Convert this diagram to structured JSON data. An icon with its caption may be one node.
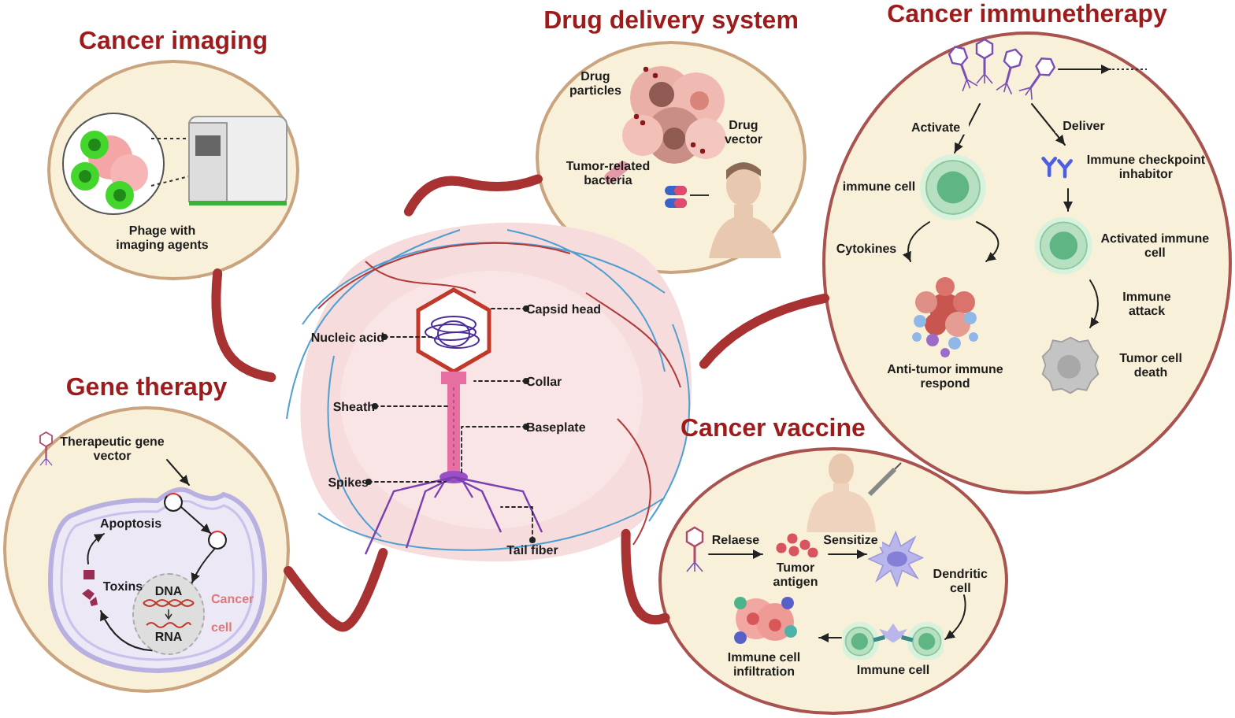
{
  "diagram": {
    "nodes": [
      {
        "text": [
          "Cancer imaging"
        ]
      },
      {
        "text": [
          "Phage with imaging agents"
        ],
        "in": 0
      },
      {
        "text": [
          "Drug delivery system"
        ]
      },
      {
        "text": [
          "Drug particles"
        ],
        "in": 2
      },
      {
        "text": [
          "Drug vector"
        ],
        "in": 2
      },
      {
        "text": [
          "Tumor-related bacteria"
        ],
        "in": 2
      },
      {
        "text": [
          "Cancer immunetherapy"
        ]
      },
      {
        "text": [],
        "shape": "picture",
        "in": 6
      },
      {
        "text": [
          "immune cell"
        ],
        "in": 6
      },
      {
        "text": [
          "Immune checkpoint inhabitor"
        ],
        "in": 6
      },
      {
        "text": [
          "Activated immune cell"
        ],
        "in": 6
      },
      {
        "text": [
          "Anti-tumor immune respond"
        ],
        "in": 6
      },
      {
        "text": [
          "Tumor cell death"
        ],
        "in": 6
      },
      {
        "text": [
          "Cancer vaccine"
        ]
      },
      {
        "text": [],
        "shape": "picture",
        "in": 13
      },
      {
        "text": [
          "Tumor antigen"
        ],
        "in": 13
      },
      {
        "text": [
          "Dendritic cell"
        ],
        "in": 13
      },
      {
        "text": [
          "Immune cell"
        ],
        "in": 13
      },
      {
        "text": [
          "Immune cell infiltration"
        ],
        "in": 13
      },
      {
        "text": [
          "Gene therapy"
        ]
      },
      {
        "text": [
          "Therapeutic gene vector"
        ],
        "in": 19
      },
      {
        "text": [
          "Cancer cell"
        ],
        "in": 19
      },
      {
        "text": [],
        "shape": "circle",
        "in": 21
      },
      {
        "text": [],
        "shape": "circle",
        "in": 21
      },
      {
        "text": [
          "DNA",
          "RNA"
        ],
        "in": 21
      },
      {
        "text": [
          "Apoptosis"
        ],
        "in": 21
      },
      {
        "text": [
          "Toxins"
        ],
        "in": 21
      },
      {
        "text": [],
        "shape": "picture"
      },
      {
        "text": [
          "Capsid head"
        ],
        "in": 27
      },
      {
        "text": [
          "Nucleic acid"
        ],
        "in": 27
      },
      {
        "text": [
          "Collar"
        ],
        "in": 27
      },
      {
        "text": [
          "Sheath"
        ],
        "in": 27
      },
      {
        "text": [
          "Baseplate"
        ],
        "in": 27
      },
      {
        "text": [
          "Spikes"
        ],
        "in": 27
      },
      {
        "text": [
          "Tail fiber"
        ],
        "in": 27
      }
    ],
    "edges": [
      {
        "from": 27,
        "to": 0,
        "arrow": "none",
        "style": "thick",
        "color": "#a83232"
      },
      {
        "from": 27,
        "to": 2,
        "arrow": "none",
        "style": "thick",
        "color": "#a83232"
      },
      {
        "from": 27,
        "to": 6,
        "arrow": "none",
        "style": "thick",
        "color": "#a83232"
      },
      {
        "from": 27,
        "to": 13,
        "arrow": "none",
        "style": "thick",
        "color": "#a83232"
      },
      {
        "from": 27,
        "to": 19,
        "arrow": "none",
        "style": "thick",
        "color": "#a83232"
      },
      {
        "from": 7,
        "to": 8,
        "arrow": "to",
        "label": "Activate"
      },
      {
        "from": 7,
        "to": 9,
        "arrow": "to",
        "label": "Deliver"
      },
      {
        "from": 7,
        "to": null,
        "arrow": "to"
      },
      {
        "from": 9,
        "to": 10,
        "arrow": "to"
      },
      {
        "from": 8,
        "to": 11,
        "arrow": "to",
        "label": "Cytokines"
      },
      {
        "from": 8,
        "to": 11,
        "arrow": "to"
      },
      {
        "from": 10,
        "to": 12,
        "arrow": "to",
        "label": "Immune attack"
      },
      {
        "from": 14,
        "to": 15,
        "arrow": "to",
        "label": "Relaese"
      },
      {
        "from": 15,
        "to": 16,
        "arrow": "to",
        "label": "Sensitize"
      },
      {
        "from": 16,
        "to": 17,
        "arrow": "to"
      },
      {
        "from": 17,
        "to": 18,
        "arrow": "to"
      },
      {
        "from": 20,
        "to": 21,
        "arrow": "to"
      },
      {
        "from": 22,
        "to": 23,
        "arrow": "to"
      },
      {
        "from": 23,
        "to": 24,
        "arrow": "to"
      },
      {
        "from": 24,
        "to": 26,
        "arrow": "to"
      },
      {
        "from": 26,
        "to": 25,
        "arrow": "to"
      },
      {
        "from": 28,
        "to": null,
        "arrow": "other",
        "style": "dashed"
      },
      {
        "from": 29,
        "to": null,
        "arrow": "other",
        "style": "dashed"
      },
      {
        "from": 30,
        "to": null,
        "arrow": "other",
        "style": "dashed"
      },
      {
        "from": 31,
        "to": null,
        "arrow": "other",
        "style": "dashed"
      },
      {
        "from": 32,
        "to": null,
        "arrow": "other",
        "style": "dashed"
      },
      {
        "from": 33,
        "to": null,
        "arrow": "other",
        "style": "dashed"
      },
      {
        "from": 34,
        "to": null,
        "arrow": "other",
        "style": "dashed"
      }
    ]
  }
}
